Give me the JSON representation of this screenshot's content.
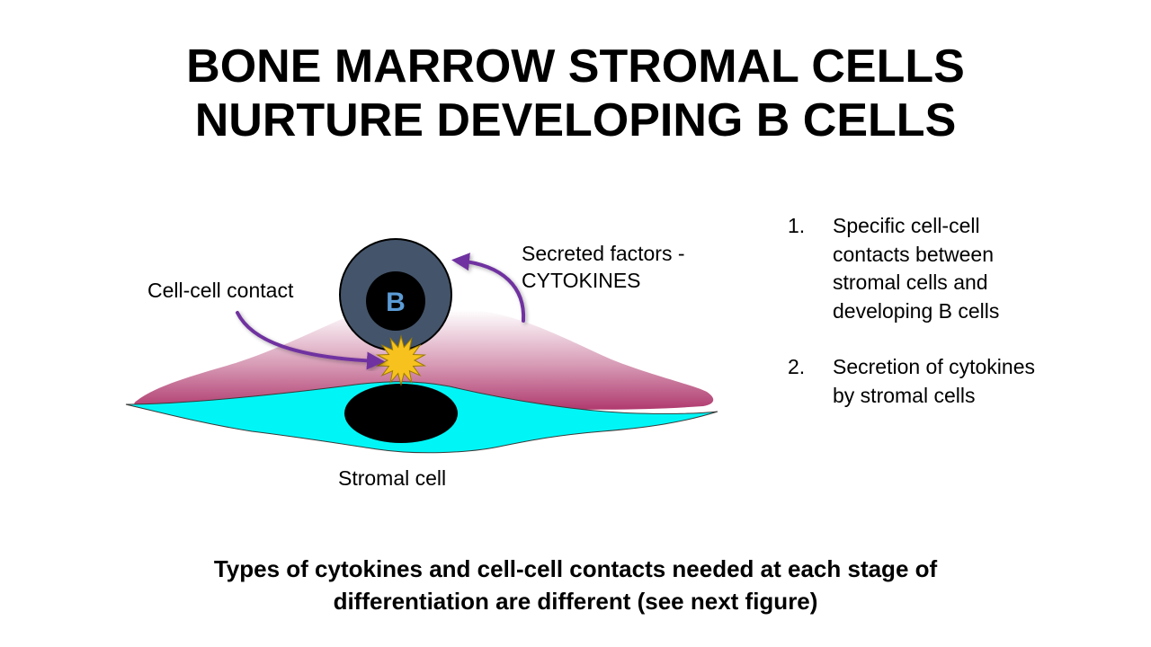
{
  "title": {
    "line1": "BONE MARROW STROMAL CELLS",
    "line2": "NURTURE DEVELOPING B CELLS"
  },
  "diagram": {
    "b_cell_letter": "B",
    "labels": {
      "cell_contact": "Cell-cell contact",
      "secreted_line1": "Secreted factors -",
      "secreted_line2": "CYTOKINES",
      "stromal_cell": "Stromal cell"
    },
    "colors": {
      "stroma_top_dark": "#b03a6e",
      "stroma_top_light": "#ffffff",
      "stroma_bottom": "#00f6f6",
      "nucleus": "#000000",
      "b_cell_outer": "#44546a",
      "b_cell_inner": "#000000",
      "b_letter": "#5b9bd5",
      "contact_star": "#f7c21e",
      "arrow": "#7030a0"
    },
    "icons": [
      "contact-starburst-icon",
      "curved-arrow-icon"
    ]
  },
  "points": [
    {
      "number": "1.",
      "lines": [
        "Specific cell-cell",
        "contacts between",
        "stromal cells and",
        "developing B cells"
      ]
    },
    {
      "number": "2.",
      "lines": [
        "Secretion of cytokines",
        "by stromal cells"
      ]
    }
  ],
  "footer": {
    "line1": "Types of cytokines and cell-cell contacts needed at each stage of",
    "line2": "differentiation are different (see next figure)"
  }
}
